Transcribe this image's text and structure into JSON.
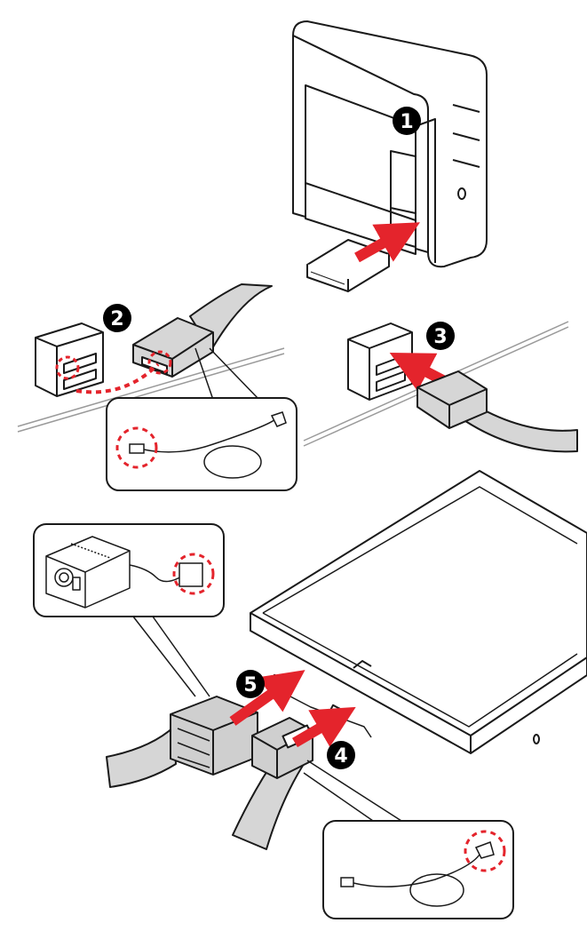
{
  "figure": {
    "steps": [
      {
        "number": "1"
      },
      {
        "number": "2"
      },
      {
        "number": "3"
      },
      {
        "number": "4"
      },
      {
        "number": "5"
      }
    ],
    "colors": {
      "outline": "#1a1a1a",
      "arrow": "#e4242c",
      "highlight": "#e4242c",
      "cable_fill": "#d6d6d6",
      "connector_fill": "#cfcfcf",
      "badge": "#000000"
    },
    "icons": {
      "case": "pc-case-icon",
      "drive": "hard-drive-icon",
      "sata_port": "sata-port-icon",
      "sata_cable": "sata-data-cable-icon",
      "psu": "power-supply-icon",
      "power_connector": "sata-power-connector-icon",
      "molex": "molex-connector-icon"
    }
  }
}
